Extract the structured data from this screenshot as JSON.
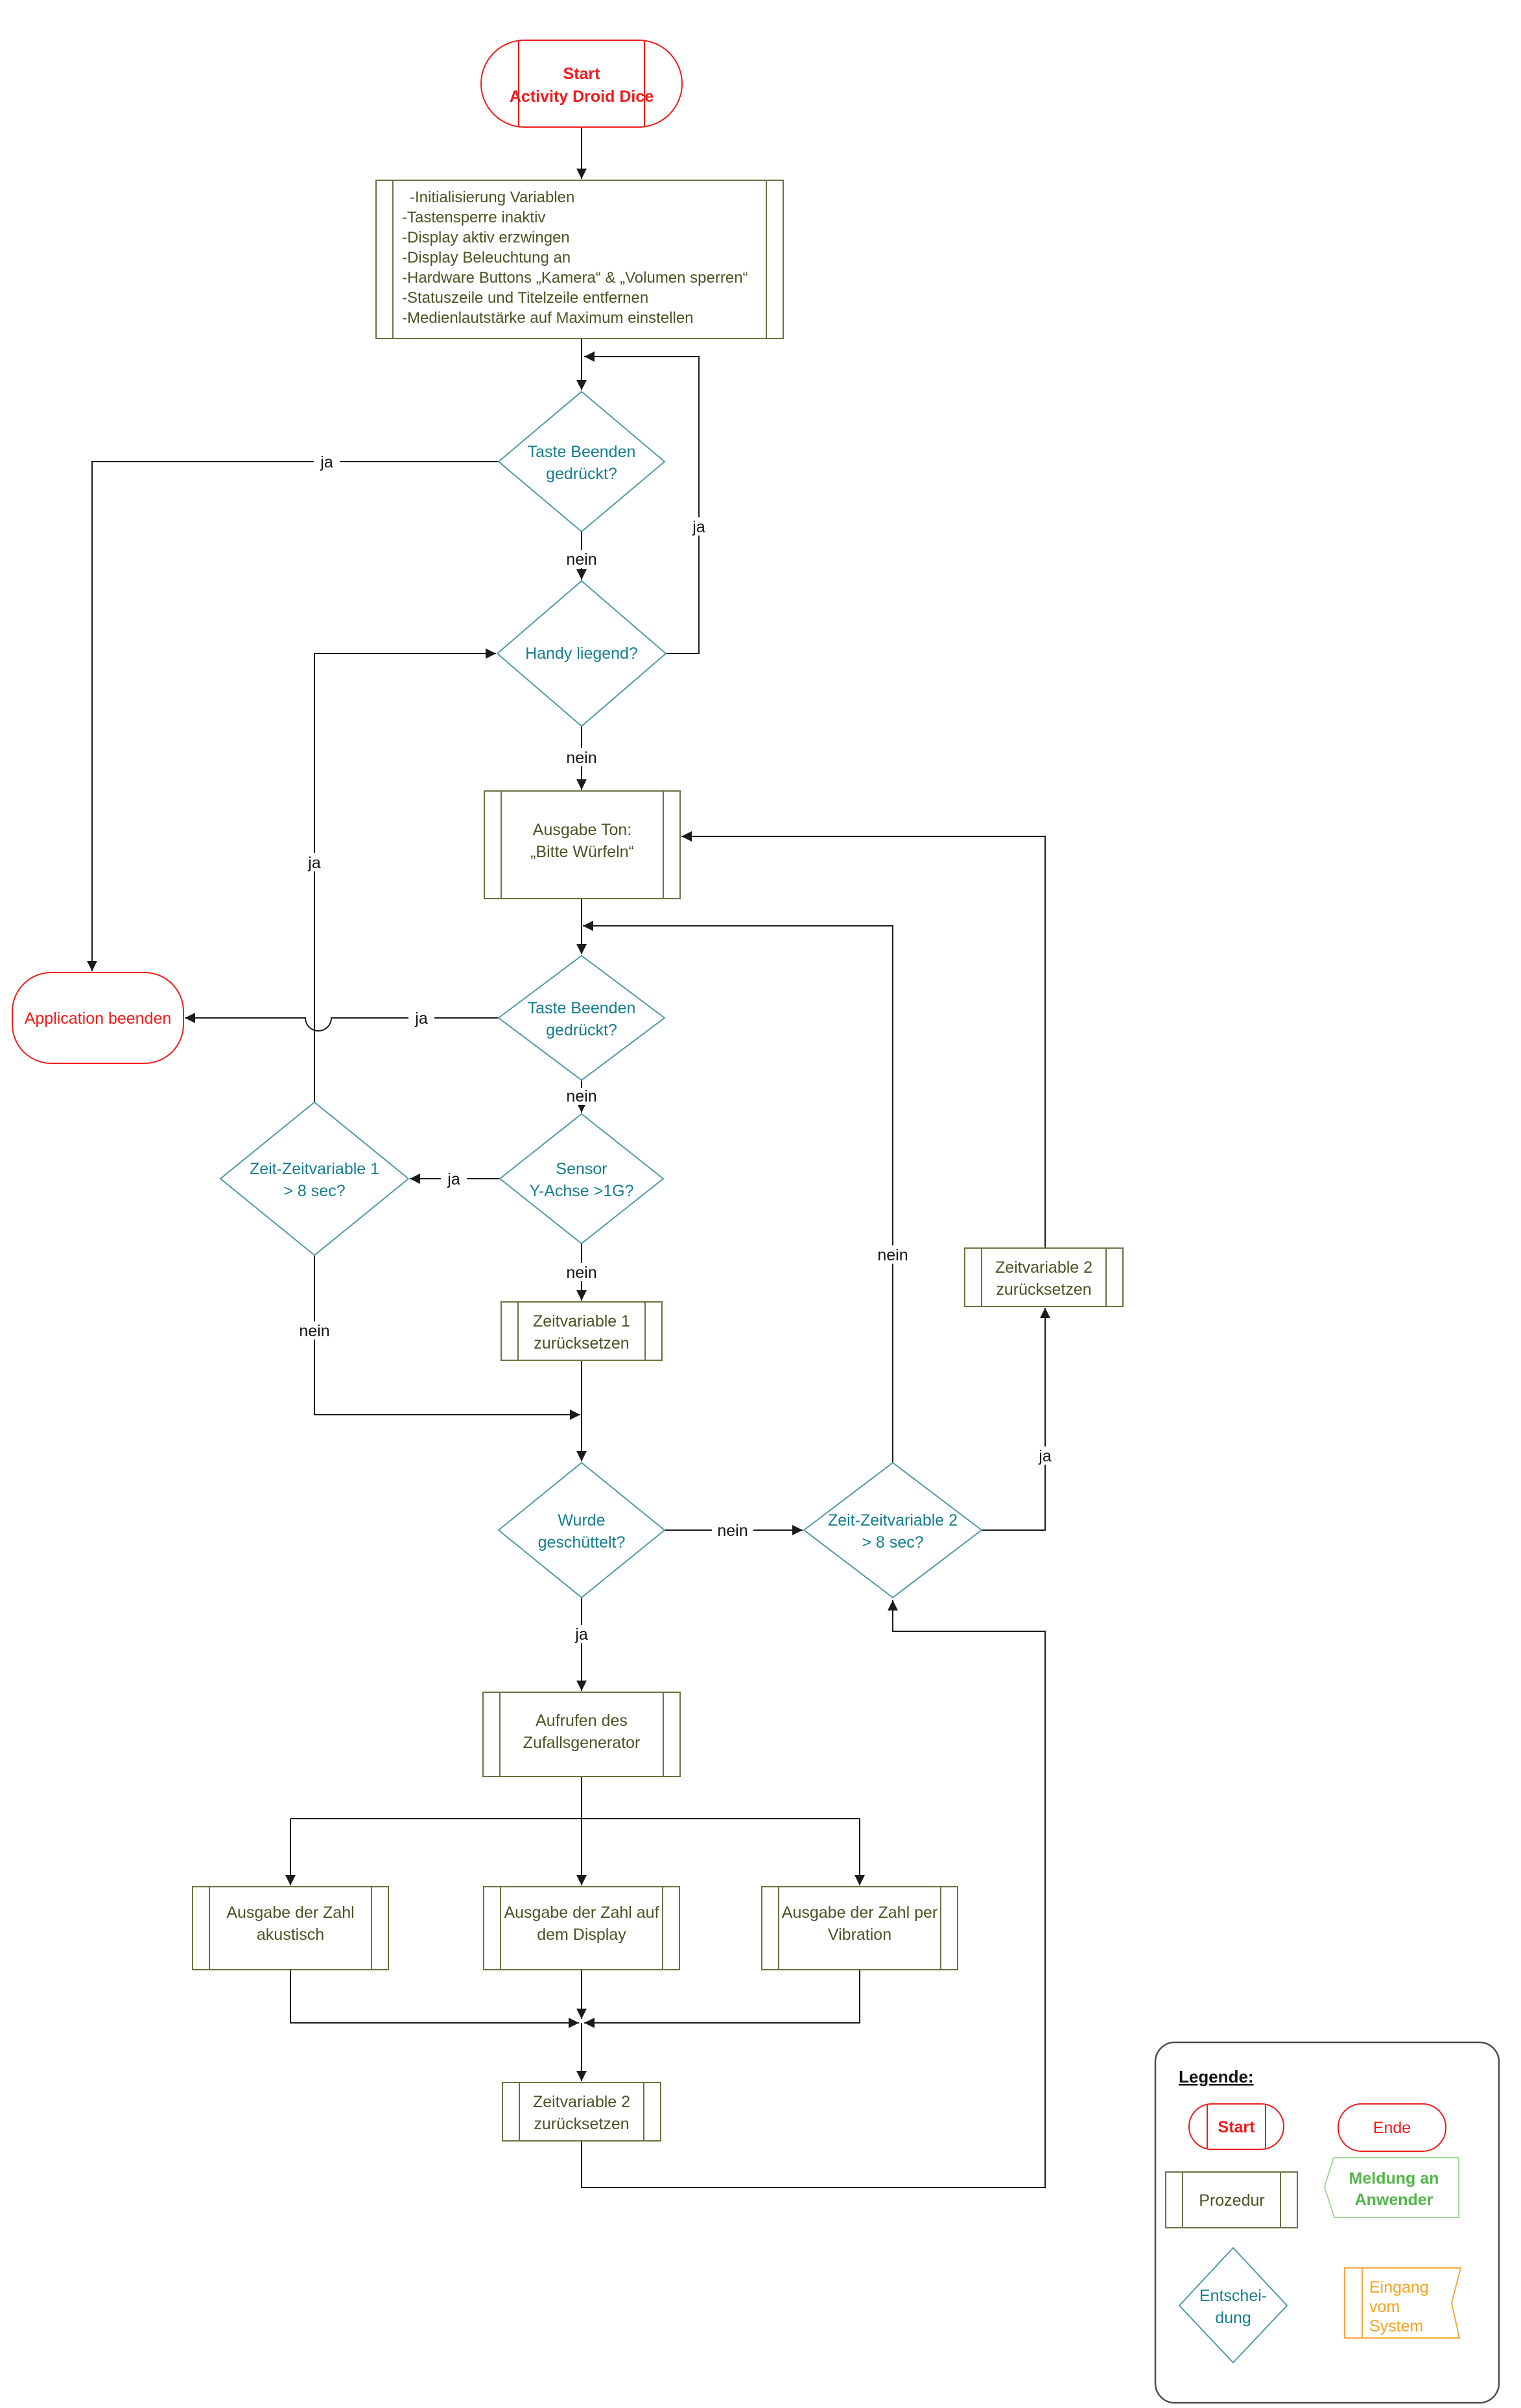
{
  "colors": {
    "red": "#ee1c1c",
    "teal_stroke": "#4f9aa6",
    "teal_text": "#157e8e",
    "olive_border": "#6e7042",
    "olive_text": "#4c5224",
    "green_border": "#a3d79a",
    "green_text": "#54b549",
    "orange_border": "#f2a93f",
    "orange_text": "#f3a41f",
    "line": "#1b1b1b",
    "legend_border": "#4c4c4c"
  },
  "nodes": {
    "start": {
      "type": "terminator",
      "lines": [
        "Start",
        "Activity Droid Dice"
      ]
    },
    "init": {
      "type": "procedure",
      "lines": [
        "-Initialisierung Variablen",
        "-Tastensperre inaktiv",
        "-Display aktiv erzwingen",
        "-Display Beleuchtung an",
        "-Hardware Buttons „Kamera“ & „Volumen sperren“",
        "-Statuszeile und Titelzeile entfernen",
        "-Medienlautstärke auf Maximum einstellen"
      ]
    },
    "taste1": {
      "type": "decision",
      "lines": [
        "Taste Beenden",
        "gedrückt?"
      ]
    },
    "handy": {
      "type": "decision",
      "lines": [
        "Handy liegend?"
      ]
    },
    "ton": {
      "type": "procedure",
      "lines": [
        "Ausgabe Ton:",
        "„Bitte Würfeln“"
      ]
    },
    "app": {
      "type": "terminator",
      "lines": [
        "Application beenden"
      ]
    },
    "taste2": {
      "type": "decision",
      "lines": [
        "Taste Beenden",
        "gedrückt?"
      ]
    },
    "zeit1": {
      "type": "decision",
      "lines": [
        "Zeit-Zeitvariable 1",
        "> 8 sec?"
      ]
    },
    "sensor": {
      "type": "decision",
      "lines": [
        "Sensor",
        "Y-Achse >1G?"
      ]
    },
    "zv1": {
      "type": "procedure",
      "lines": [
        "Zeitvariable 1",
        "zurücksetzen"
      ]
    },
    "wurde": {
      "type": "decision",
      "lines": [
        "Wurde",
        "geschüttelt?"
      ]
    },
    "zeit2": {
      "type": "decision",
      "lines": [
        "Zeit-Zeitvariable 2",
        "> 8 sec?"
      ]
    },
    "zv2_rechts": {
      "type": "procedure",
      "lines": [
        "Zeitvariable 2",
        "zurücksetzen"
      ]
    },
    "aufrufen": {
      "type": "procedure",
      "lines": [
        "Aufrufen des",
        "Zufallsgenerator"
      ]
    },
    "akustisch": {
      "type": "procedure",
      "lines": [
        "Ausgabe der Zahl",
        "akustisch"
      ]
    },
    "display": {
      "type": "procedure",
      "lines": [
        "Ausgabe der Zahl auf",
        "dem Display"
      ]
    },
    "vibration": {
      "type": "procedure",
      "lines": [
        "Ausgabe der Zahl per",
        "Vibration"
      ]
    },
    "zv2_unten": {
      "type": "procedure",
      "lines": [
        "Zeitvariable 2",
        "zurücksetzen"
      ]
    }
  },
  "labels": {
    "ja": "ja",
    "nein": "nein"
  },
  "legend": {
    "title": "Legende:",
    "start": "Start",
    "ende": "Ende",
    "prozedur": "Prozedur",
    "meldung": {
      "lines": [
        "Meldung an",
        "Anwender"
      ]
    },
    "entscheidung": {
      "lines": [
        "Entschei-",
        "dung"
      ]
    },
    "eingang": {
      "lines": [
        "Eingang",
        "vom",
        "System"
      ]
    }
  }
}
